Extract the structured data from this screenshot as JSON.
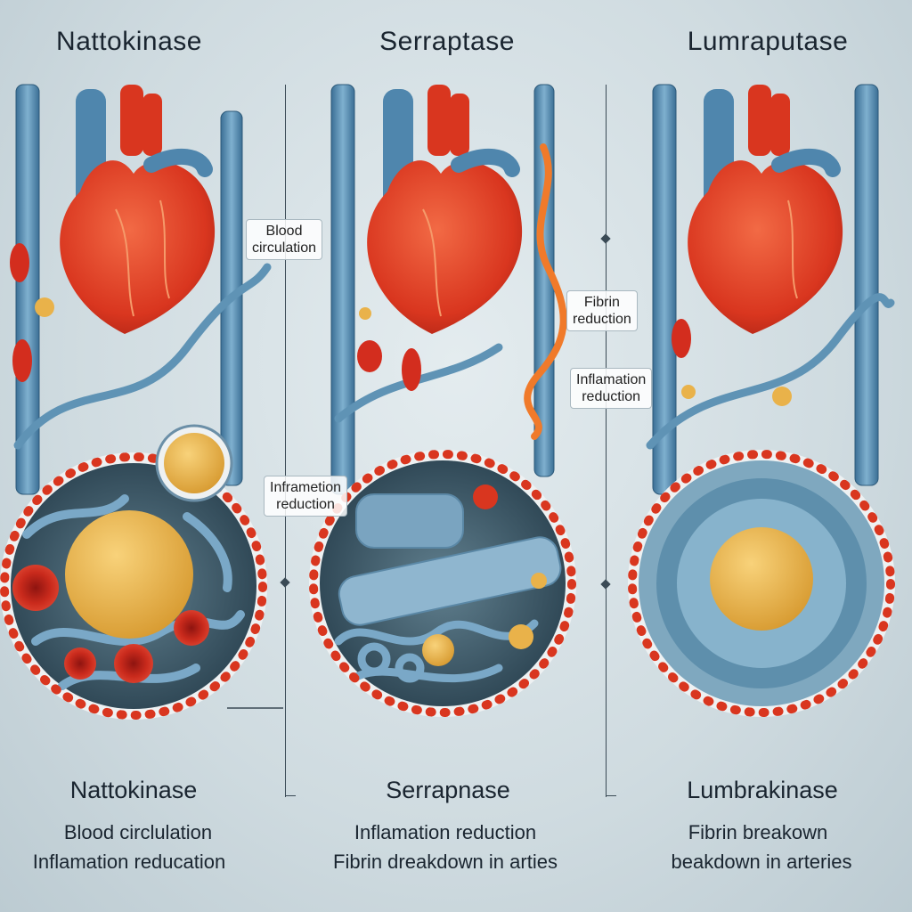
{
  "columns": [
    {
      "title": "Nattokinase",
      "bottom_title": "Nattokinase",
      "bottom_lines": [
        "Blood circlulation",
        "Inflamation reducation"
      ]
    },
    {
      "title": "Serraptase",
      "bottom_title": "Serrapnase",
      "bottom_lines": [
        "Inflamation reduction",
        "Fibrin dreakdown in arties"
      ]
    },
    {
      "title": "Lumraputase",
      "bottom_title": "Lumbrakinase",
      "bottom_lines": [
        "Fibrin breakown",
        "beakdown in arteries"
      ]
    }
  ],
  "labels": {
    "blood": [
      "Blood",
      "circulation"
    ],
    "fibrin": [
      "Fibrin",
      "reduction"
    ],
    "inflam_right": [
      "Inflamation",
      "reduction"
    ],
    "inflam_center": [
      "Inframetion",
      "reduction"
    ]
  },
  "colors": {
    "heart": "#e2402a",
    "vessel": "#4f86ad",
    "fat": "#e9b24a",
    "border_dot": "#d9361f"
  }
}
